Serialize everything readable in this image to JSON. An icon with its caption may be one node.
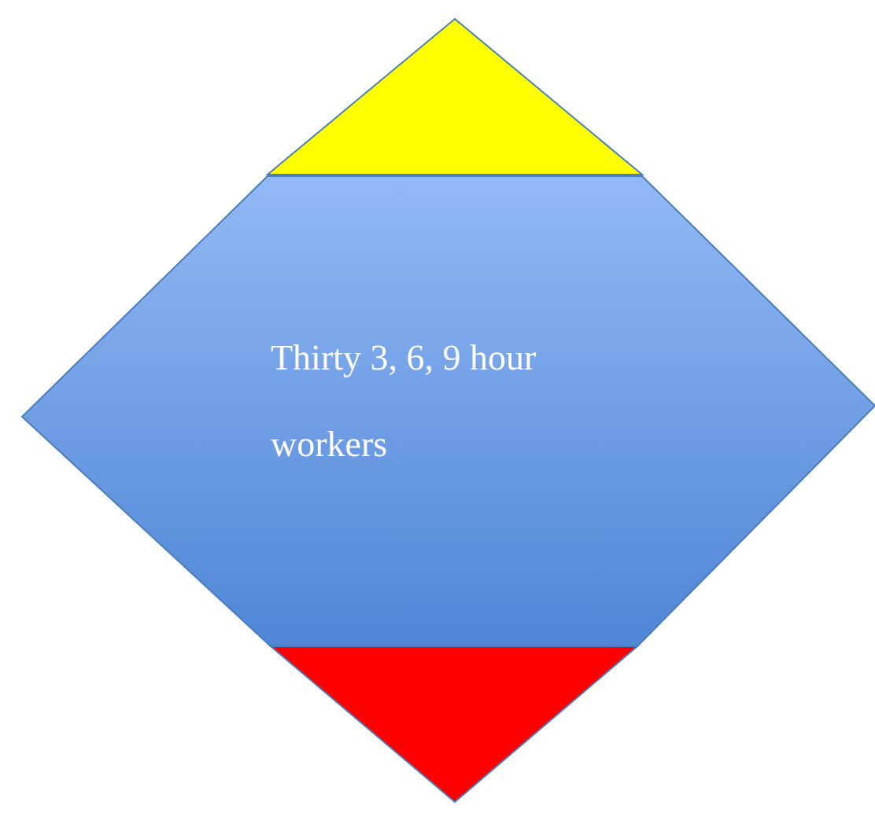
{
  "diagram": {
    "nodes": [
      {
        "text": [],
        "shape": "triangle"
      },
      {
        "text": [
          "Thirty 3, 6, 9 hour workers"
        ]
      },
      {
        "text": [],
        "shape": "triangle"
      }
    ]
  }
}
